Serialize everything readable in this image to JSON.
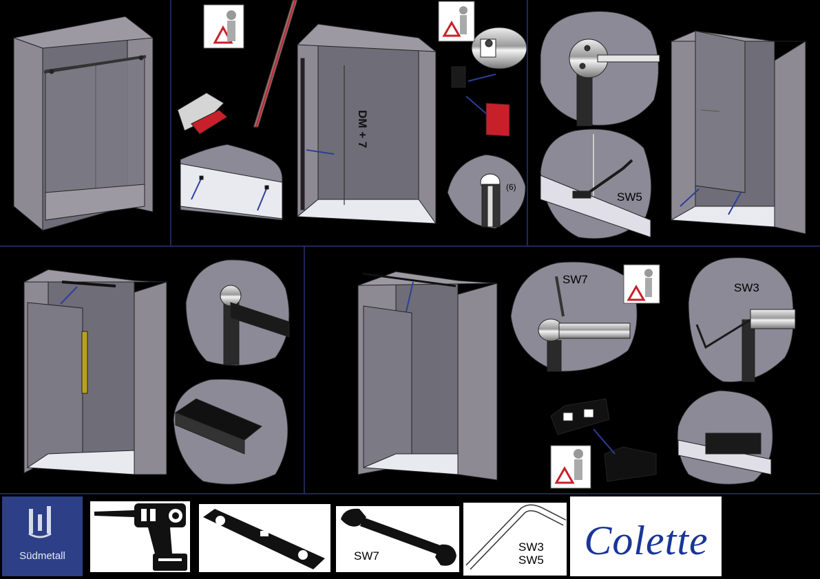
{
  "labels": {
    "dm": "DM + 7",
    "dim": "(6)",
    "sw5_step": "SW5",
    "sw7_step": "SW7",
    "sw3_step": "SW3"
  },
  "tools": {
    "wrench_label": "SW7",
    "hex_label_1": "SW3",
    "hex_label_2": "SW5"
  },
  "brand": {
    "name": "Südmetall",
    "brand_name": "Colette"
  },
  "icons": [
    "warning-icon",
    "drill-icon",
    "spirit-level-icon",
    "wrench-icon",
    "hex-key-icon"
  ],
  "colors": {
    "background": "#000000",
    "divider": "#2b3470",
    "panel": "#8e8b95",
    "blob": "#8b8a96",
    "accent_red": "#c8202a",
    "brand_blue": "#2d3f86",
    "accent_yellow": "#b9a21a"
  }
}
